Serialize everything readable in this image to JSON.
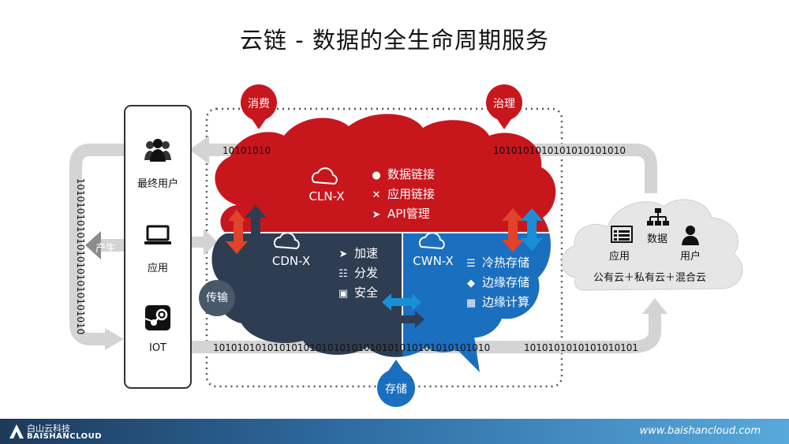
{
  "title": "云链 - 数据的全生命周期服务",
  "left_panel": {
    "items": [
      {
        "label": "最终用户",
        "icon": "users-icon"
      },
      {
        "label": "应用",
        "icon": "laptop-icon"
      },
      {
        "label": "IOT",
        "icon": "steam-icon"
      }
    ]
  },
  "labels": {
    "produce": "产生",
    "transmit": "传输",
    "consume": "消费",
    "govern": "治理",
    "store": "存储"
  },
  "cloud": {
    "cln": {
      "name": "CLN-X",
      "features": [
        "数据链接",
        "应用链接",
        "API管理"
      ],
      "color": "#c8161d"
    },
    "cdn": {
      "name": "CDN-X",
      "features": [
        "加速",
        "分发",
        "安全"
      ],
      "color": "#2f3d52"
    },
    "cwn": {
      "name": "CWN-X",
      "features": [
        "冷热存储",
        "边缘存储",
        "边缘计算"
      ],
      "color": "#1a6fbf"
    }
  },
  "right_cloud": {
    "items": [
      "应用",
      "数据",
      "用户"
    ],
    "caption": "公有云＋私有云＋混合云"
  },
  "binary": {
    "top_left": "10101010",
    "top_right": "1010101010101010101010",
    "bottom_main": "1010101010101010101010101010101010101010101010",
    "bottom_right": "1010101010101010101",
    "left_vertical": "10101010101010101010101010"
  },
  "footer": {
    "logo_cn": "白山云科技",
    "logo_en": "BAISHANCLOUD",
    "url": "www.baishancloud.com"
  },
  "colors": {
    "red": "#c8161d",
    "navy": "#2f3d52",
    "blue": "#1a6fbf",
    "arrow_gray": "#d4d4d4",
    "orange_arrow": "#e0432a",
    "cyan_arrow": "#1a8fd8"
  }
}
